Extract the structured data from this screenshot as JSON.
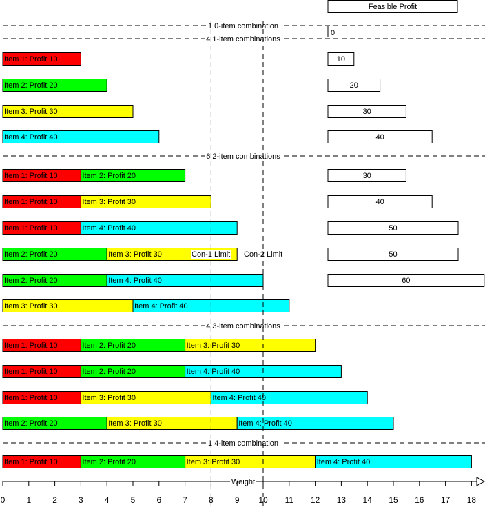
{
  "colors": {
    "item1": "#ff0000",
    "item2": "#00ff00",
    "item3": "#ffff00",
    "item4": "#00ffff"
  },
  "header": {
    "feasible_profit": "Feasible Profit"
  },
  "sections": [
    {
      "label": "1 0-item combination"
    },
    {
      "label": "4 1-item combinations"
    },
    {
      "label": "6 2-item combinations"
    },
    {
      "label": "4 3-item combinations"
    },
    {
      "label": "1 4-item combination"
    }
  ],
  "limits": [
    {
      "label": "Con-1 Limit",
      "value": 8
    },
    {
      "label": "Con-2 Limit",
      "value": 10
    }
  ],
  "axis": {
    "label": "Weight",
    "ticks": [
      "0",
      "1",
      "2",
      "3",
      "4",
      "5",
      "6",
      "7",
      "8",
      "9",
      "10",
      "11",
      "12",
      "13",
      "14",
      "15",
      "16",
      "17",
      "18"
    ]
  },
  "rows": [
    {
      "section": 0,
      "profit": "0",
      "profit_value": 0,
      "segments": []
    },
    {
      "section": 1,
      "profit": "10",
      "profit_value": 10,
      "segments": [
        {
          "label": "Item 1: Profit 10",
          "color": "item1",
          "start": 0,
          "end": 3
        }
      ]
    },
    {
      "section": 1,
      "profit": "20",
      "profit_value": 20,
      "segments": [
        {
          "label": "Item 2: Profit 20",
          "color": "item2",
          "start": 0,
          "end": 4
        }
      ]
    },
    {
      "section": 1,
      "profit": "30",
      "profit_value": 30,
      "segments": [
        {
          "label": "Item 3: Profit 30",
          "color": "item3",
          "start": 0,
          "end": 5
        }
      ]
    },
    {
      "section": 1,
      "profit": "40",
      "profit_value": 40,
      "segments": [
        {
          "label": "Item 4: Profit 40",
          "color": "item4",
          "start": 0,
          "end": 6
        }
      ]
    },
    {
      "section": 2,
      "profit": "30",
      "profit_value": 30,
      "segments": [
        {
          "label": "Item 1: Profit 10",
          "color": "item1",
          "start": 0,
          "end": 3
        },
        {
          "label": "Item 2: Profit 20",
          "color": "item2",
          "start": 3,
          "end": 7
        }
      ]
    },
    {
      "section": 2,
      "profit": "40",
      "profit_value": 40,
      "segments": [
        {
          "label": "Item 1: Profit 10",
          "color": "item1",
          "start": 0,
          "end": 3
        },
        {
          "label": "Item 3: Profit 30",
          "color": "item3",
          "start": 3,
          "end": 8
        }
      ]
    },
    {
      "section": 2,
      "profit": "50",
      "profit_value": 50,
      "segments": [
        {
          "label": "Item 1: Profit 10",
          "color": "item1",
          "start": 0,
          "end": 3
        },
        {
          "label": "Item 4: Profit 40",
          "color": "item4",
          "start": 3,
          "end": 9
        }
      ]
    },
    {
      "section": 2,
      "profit": "50",
      "profit_value": 50,
      "segments": [
        {
          "label": "Item 2: Profit 20",
          "color": "item2",
          "start": 0,
          "end": 4
        },
        {
          "label": "Item 3: Profit 30",
          "color": "item3",
          "start": 4,
          "end": 9
        }
      ]
    },
    {
      "section": 2,
      "profit": "60",
      "profit_value": 60,
      "segments": [
        {
          "label": "Item 2: Profit 20",
          "color": "item2",
          "start": 0,
          "end": 4
        },
        {
          "label": "Item 4: Profit 40",
          "color": "item4",
          "start": 4,
          "end": 10
        }
      ]
    },
    {
      "section": 2,
      "profit": "",
      "segments": [
        {
          "label": "Item 3: Profit 30",
          "color": "item3",
          "start": 0,
          "end": 5
        },
        {
          "label": "Item 4: Profit 40",
          "color": "item4",
          "start": 5,
          "end": 11
        }
      ]
    },
    {
      "section": 3,
      "profit": "",
      "segments": [
        {
          "label": "Item 1: Profit 10",
          "color": "item1",
          "start": 0,
          "end": 3
        },
        {
          "label": "Item 2: Profit 20",
          "color": "item2",
          "start": 3,
          "end": 7
        },
        {
          "label": "Item 3: Profit 30",
          "color": "item3",
          "start": 7,
          "end": 12
        }
      ]
    },
    {
      "section": 3,
      "profit": "",
      "segments": [
        {
          "label": "Item 1: Profit 10",
          "color": "item1",
          "start": 0,
          "end": 3
        },
        {
          "label": "Item 2: Profit 20",
          "color": "item2",
          "start": 3,
          "end": 7
        },
        {
          "label": "Item 4: Profit 40",
          "color": "item4",
          "start": 7,
          "end": 13
        }
      ]
    },
    {
      "section": 3,
      "profit": "",
      "segments": [
        {
          "label": "Item 1: Profit 10",
          "color": "item1",
          "start": 0,
          "end": 3
        },
        {
          "label": "Item 3: Profit 30",
          "color": "item3",
          "start": 3,
          "end": 8
        },
        {
          "label": "Item 4: Profit 40",
          "color": "item4",
          "start": 8,
          "end": 14
        }
      ]
    },
    {
      "section": 3,
      "profit": "",
      "segments": [
        {
          "label": "Item 2: Profit 20",
          "color": "item2",
          "start": 0,
          "end": 4
        },
        {
          "label": "Item 3: Profit 30",
          "color": "item3",
          "start": 4,
          "end": 9
        },
        {
          "label": "Item 4: Profit 40",
          "color": "item4",
          "start": 9,
          "end": 15
        }
      ]
    },
    {
      "section": 4,
      "profit": "",
      "segments": [
        {
          "label": "Item 1: Profit 10",
          "color": "item1",
          "start": 0,
          "end": 3
        },
        {
          "label": "Item 2: Profit 20",
          "color": "item2",
          "start": 3,
          "end": 7
        },
        {
          "label": "Item 3: Profit 30",
          "color": "item3",
          "start": 7,
          "end": 12
        },
        {
          "label": "Item 4: Profit 40",
          "color": "item4",
          "start": 12,
          "end": 18
        }
      ]
    }
  ]
}
